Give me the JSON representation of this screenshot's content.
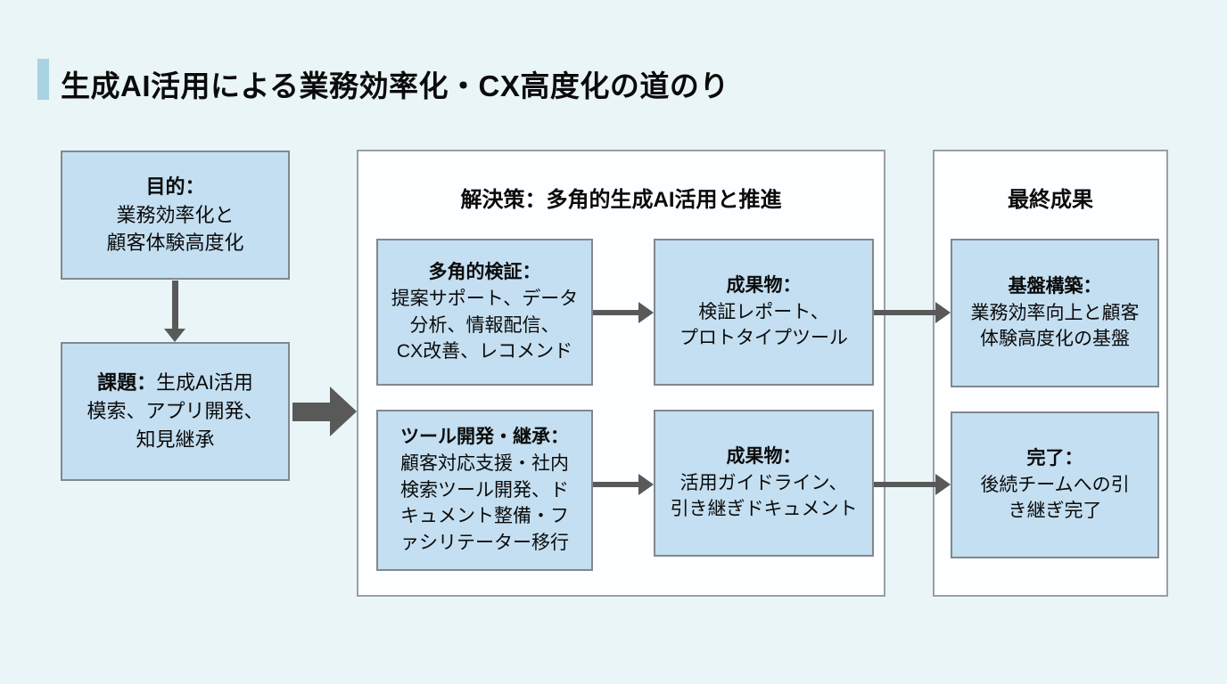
{
  "page": {
    "title": "生成AI活用による業務効率化・CX高度化の道のり"
  },
  "colors": {
    "page_bg": "#e9f5f7",
    "accent_bar": "#a9d2e2",
    "box_fill": "#c4dff1",
    "box_border": "#808890",
    "container_fill": "#fdfeff",
    "container_border": "#9aa0a4",
    "arrow": "#595959"
  },
  "sections": {
    "solution": {
      "title": "解決策：多角的生成AI活用と推進"
    },
    "outcome": {
      "title": "最終成果"
    }
  },
  "boxes": {
    "goal": {
      "title": "目的：",
      "lines": [
        "業務効率化と",
        "顧客体験高度化"
      ]
    },
    "challenge": {
      "title": "課題：",
      "title_suffix": "生成AI活用",
      "lines": [
        "模索、アプリ開発、",
        "知見継承"
      ]
    },
    "verification": {
      "title": "多角的検証：",
      "lines": [
        "提案サポート、データ",
        "分析、情報配信、",
        "CX改善、レコメンド"
      ]
    },
    "deliverable_top": {
      "title": "成果物：",
      "lines": [
        "検証レポート、",
        "プロトタイプツール"
      ]
    },
    "tool_dev": {
      "title": "ツール開発・継承：",
      "lines": [
        "顧客対応支援・社内",
        "検索ツール開発、ド",
        "キュメント整備・フ",
        "ァシリテーター移行"
      ]
    },
    "deliverable_bottom": {
      "title": "成果物：",
      "lines": [
        "活用ガイドライン、",
        "引き継ぎドキュメント"
      ]
    },
    "foundation": {
      "title": "基盤構築：",
      "lines": [
        "業務効率向上と顧客",
        "体験高度化の基盤"
      ]
    },
    "completion": {
      "title": "完了：",
      "lines": [
        "後続チームへの引",
        "き継ぎ完了"
      ]
    }
  }
}
